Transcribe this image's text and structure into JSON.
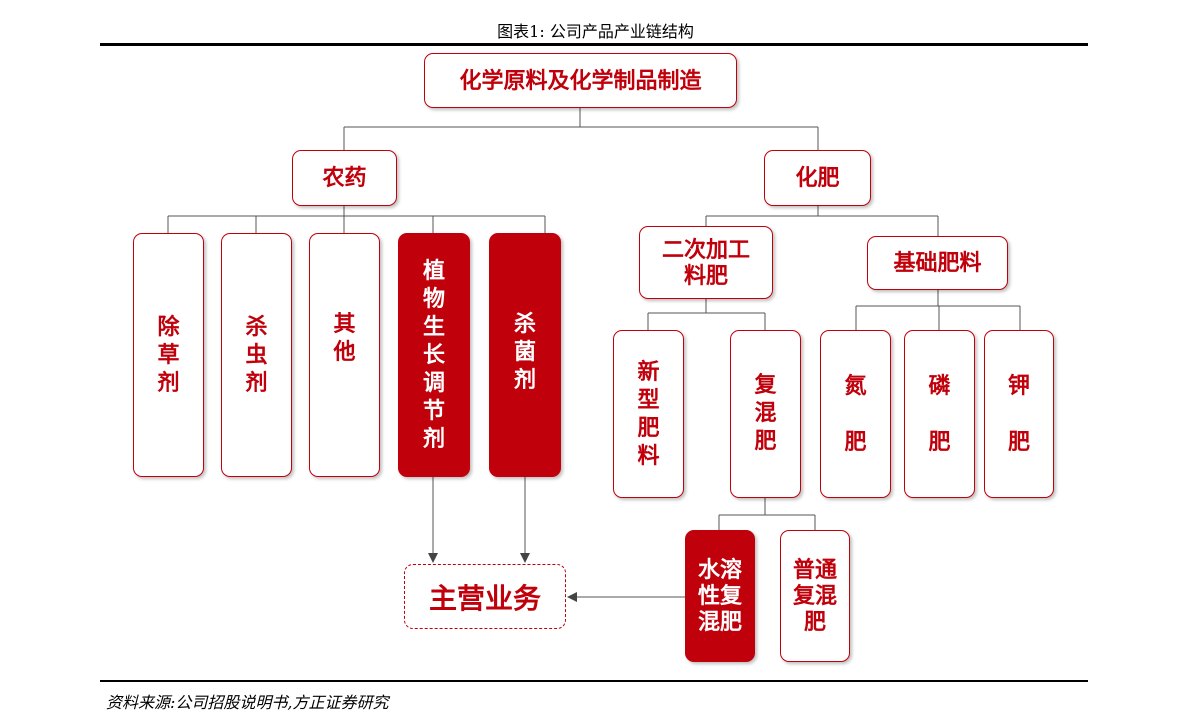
{
  "title": "图表1:   公司产品产业链结构",
  "source": "资料来源:公司招股说明书,方正证券研究",
  "nodes": {
    "root": "化学原料及化学制品制造",
    "pesticide": "农药",
    "fertilizer": "化肥",
    "herbicide": "除草剂",
    "insecticide": "杀虫剂",
    "other": "其他",
    "pgr": "植物生长调节剂",
    "fungicide": "杀菌剂",
    "secondary": "二次加工料肥",
    "basic": "基础肥料",
    "new_type": "新型肥料",
    "compound": "复混肥",
    "nitrogen": "氮肥",
    "phosphorus": "磷肥",
    "potassium": "钾肥",
    "water_soluble": "水溶性复混肥",
    "ordinary": "普通复混肥",
    "main_business": "主营业务"
  },
  "colors": {
    "accent": "#c0000b",
    "line": "#555555"
  }
}
